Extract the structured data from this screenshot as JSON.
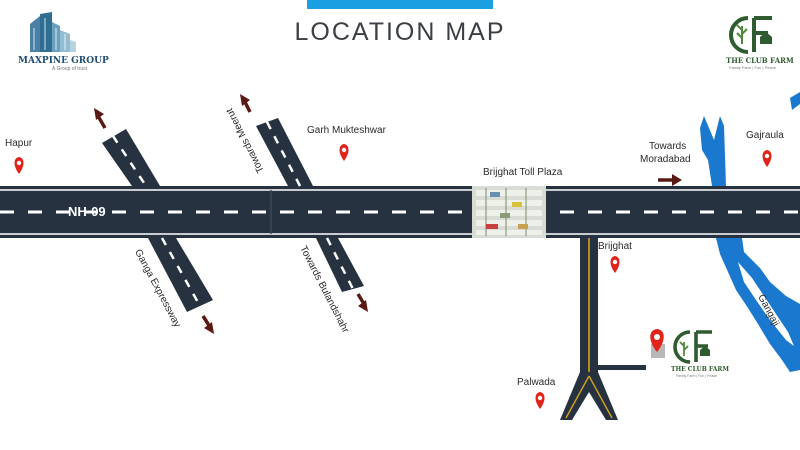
{
  "title": "LOCATION MAP",
  "colors": {
    "accent_bar": "#1aa0e2",
    "road": "#263240",
    "road_edge": "#ffffff",
    "river": "#1a79cf",
    "pin": "#e2231a",
    "arrow": "#5a1a14",
    "club_green": "#2e5b2f"
  },
  "brand_left": {
    "name": "MAXPINE GROUP",
    "tagline": "A Group of trust"
  },
  "brand_right": {
    "name": "THE CLUB FARM",
    "tagline": "Family Farm | Fun | Peace"
  },
  "highway": {
    "label": "NH-09"
  },
  "roads": {
    "ganga_expressway": "Ganga Expressway",
    "towards_meerut": "Towards Meerut",
    "towards_bulandshahr": "Towards Bulandshahr",
    "towards_moradabad_1": "Towards",
    "towards_moradabad_2": "Moradabad"
  },
  "places": {
    "hapur": "Hapur",
    "garh": "Garh Mukteshwar",
    "toll": "Brijghat Toll Plaza",
    "gajraula": "Gajraula",
    "brijghat": "Brijghat",
    "palwada": "Palwada",
    "gangaji": "Gangaji"
  },
  "club_marker": {
    "name": "THE CLUB FARM",
    "tagline": "Family Farm | Fun | Peace"
  }
}
